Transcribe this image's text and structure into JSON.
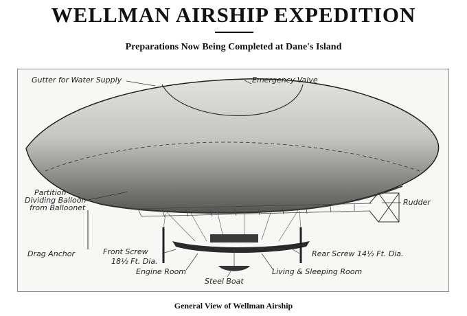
{
  "header": {
    "title": "WELLMAN AIRSHIP EXPEDITION",
    "subtitle": "Preparations Now Being Completed at Dane's Island"
  },
  "figure": {
    "labels": {
      "gutter": "Gutter for Water Supply",
      "valve": "Emergency Valve",
      "partition_1": "Partition",
      "partition_2": "Dividing Balloon",
      "partition_3": "from Balloonet",
      "rudder": "Rudder",
      "drag_anchor": "Drag Anchor",
      "front_screw_1": "Front Screw",
      "front_screw_2": "18½ Ft. Dia.",
      "rear_screw": "Rear Screw 14½ Ft. Dia.",
      "engine_room": "Engine Room",
      "living_room": "Living & Sleeping Room",
      "steel_boat": "Steel Boat"
    },
    "caption": "General View of Wellman Airship"
  }
}
